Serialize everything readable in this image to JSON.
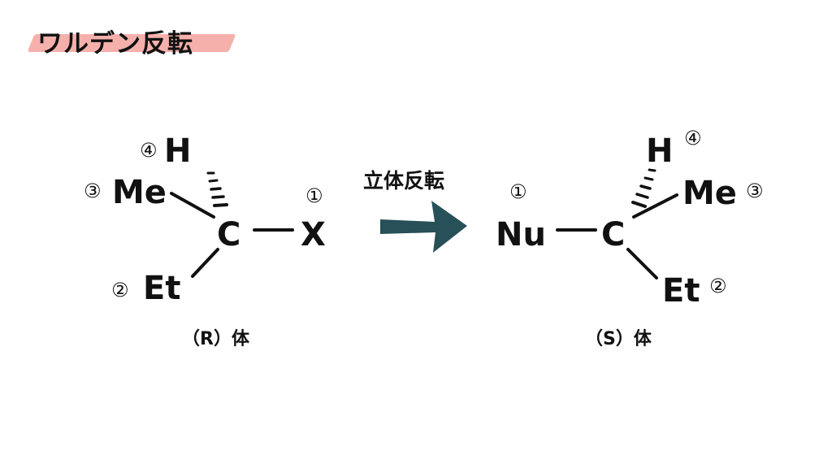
{
  "title": "ワルデン反転",
  "arrow_label": "立体反転",
  "arrow_color": "#275058",
  "title_highlight_color": "#f6b0ab",
  "left": {
    "center": "C",
    "h": "H",
    "h_rank": "④",
    "me": "Me",
    "me_rank": "③",
    "et": "Et",
    "et_rank": "②",
    "x": "X",
    "x_rank": "①",
    "caption": "（R）体"
  },
  "right": {
    "center": "C",
    "h": "H",
    "h_rank": "④",
    "me": "Me",
    "me_rank": "③",
    "et": "Et",
    "et_rank": "②",
    "nu": "Nu",
    "nu_rank": "①",
    "caption": "（S）体"
  }
}
